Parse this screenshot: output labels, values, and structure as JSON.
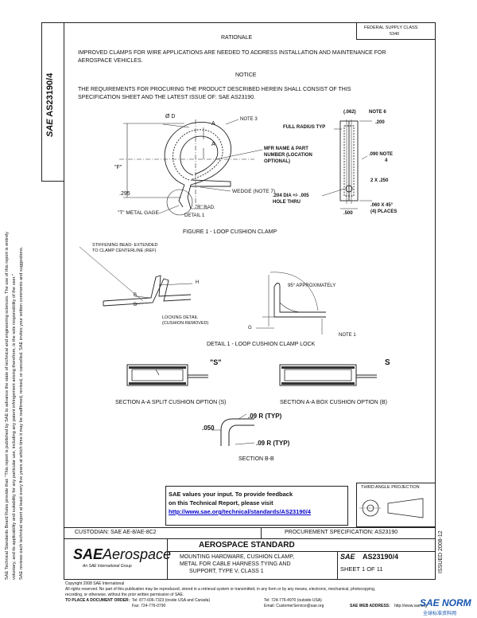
{
  "side_notice": {
    "line1": "SAE Technical Standards Board Rules provide that: \"This report is published by SAE to advance the state of technical and engineering sciences. The use of this report is entirely",
    "line2": "voluntary, and its applicability and suitability for any particular use, including any patent infringement arising therefrom, is the sole responsibility of the user.\"",
    "line3": "SAE reviews each technical report at least every five years at which time it may be reaffirmed, revised, or cancelled. SAE invites your written comments and suggestions."
  },
  "doc_number_vertical": "AS23190/4",
  "doc_brand_vertical": "SAE",
  "issued_vertical": "ISSUED 2008-12",
  "fedspec": {
    "line1": "FEDERAL SUPPLY CLASS",
    "line2": "5340"
  },
  "rationale": {
    "heading": "RATIONALE",
    "line1": "IMPROVED CLAMPS FOR WIRE APPLICATIONS ARE NEEDED TO ADDRESS INSTALLATION AND MAINTENANCE FOR",
    "line2": "AEROSPACE VEHICLES."
  },
  "notice": {
    "heading": "NOTICE",
    "line1": "THE REQUIREMENTS FOR PROCURING THE PRODUCT DESCRIBED HEREIN SHALL CONSIST OF THIS",
    "line2": "SPECIFICATION SHEET AND THE LATEST ISSUE OF: SAE AS23190."
  },
  "figure1": {
    "od": "Ø D",
    "a_top": "A",
    "a_mid": "A",
    "note3": "NOTE 3",
    "f_label": "\"F\"",
    "dim_295": ".295",
    "t_gage": "\"T\" METAL GAGE",
    "r_rad": "\"R\" RAD.",
    "detail1": "DETAIL 1",
    "mfr1": "MFR NAME & PART",
    "mfr2": "NUMBER (LOCATION",
    "mfr3": "OPTIONAL)",
    "wedge": "WEDGE (NOTE 7)",
    "hole1": ".204 DIA +/- .005",
    "hole2": "HOLE THRU",
    "full_radius": "FULL RADIUS TYP",
    "dim_062": "(.062)",
    "note6": "NOTE 6",
    "dim_200": ".200",
    "dim_090": ".090 NOTE",
    "note4": "4",
    "dim_2x250": "2 X .250",
    "dim_500": ".500",
    "chamfer1": ".060 X 45°",
    "chamfer2": "(4) PLACES",
    "caption": "FIGURE 1 - LOOP CUSHION CLAMP"
  },
  "detail_lock": {
    "stiffen1": "STIFFENING BEAD- EXTENDED",
    "stiffen2": "TO CLAMP CENTERLINE (REF)",
    "h": "H",
    "b1": "B",
    "b2": "B",
    "lock1": "LOCKING DETAIL",
    "lock2": "(CUSHION REMOVED)",
    "approx": "95° APPROXIMATELY",
    "g": "G",
    "note1": "NOTE 1",
    "caption": "DETAIL 1 - LOOP CUSHION CLAMP LOCK"
  },
  "sections": {
    "s_quote": "\"S\"",
    "s_plain": "S",
    "split_caption": "SECTION A-A SPLIT CUSHION OPTION (S)",
    "box_caption": "SECTION A-A BOX CUSHION OPTION (B)",
    "r09_top": ".09 R (TYP)",
    "dim_050": ".050",
    "r09_bottom": ".09 R (TYP)",
    "bb_caption": "SECTION B-B"
  },
  "feedback": {
    "line1": "SAE values your input. To provide feedback",
    "line2": "on this Technical Report, please visit",
    "url": "http://www.sae.org/technical/standards/AS23190/4"
  },
  "projection": {
    "label": "THIRD ANGLE PROJECTION"
  },
  "footer": {
    "custodian": "CUSTODIAN: SAE AE-8/AE-8C2",
    "procurement": "PROCUREMENT SPECIFICATION: AS23190",
    "logo_sae": "SAE",
    "logo_aero": "Aerospace",
    "logo_sub": "An SAE International Group",
    "standard": "AEROSPACE STANDARD",
    "title1": "MOUNTING HARDWARE, CUSHION CLAMP,",
    "title2": "METAL FOR CABLE HARNESS TYING AND",
    "title3": "SUPPORT, TYPE V, CLASS 1",
    "mini_sae": "SAE",
    "docnum": "AS23190/4",
    "sheet": "SHEET 1 OF 11"
  },
  "copyright": {
    "line1": "Copyright 2008 SAE International",
    "line2": "All rights reserved. No part of this publication may be reproduced, stored in a retrieval system or transmitted, in any form or by any means, electronic, mechanical, photocopying,",
    "line3": "recording, or otherwise, without the prior written permission of SAE.",
    "order": "TO PLACE A DOCUMENT ORDER:",
    "tel": "Tel: 877-606-7323 (inside USA and Canada)",
    "tel2": "Tel: 724-776-4970 (outside USA)",
    "fax": "Fax: 724-776-0790",
    "email": "Email: CustomerService@sae.org",
    "web": "SAE WEB ADDRESS:",
    "webaddr": "http://www.sae.org"
  },
  "watermark": {
    "text": "SAE NORM",
    "sub": "全球标准资料网"
  }
}
